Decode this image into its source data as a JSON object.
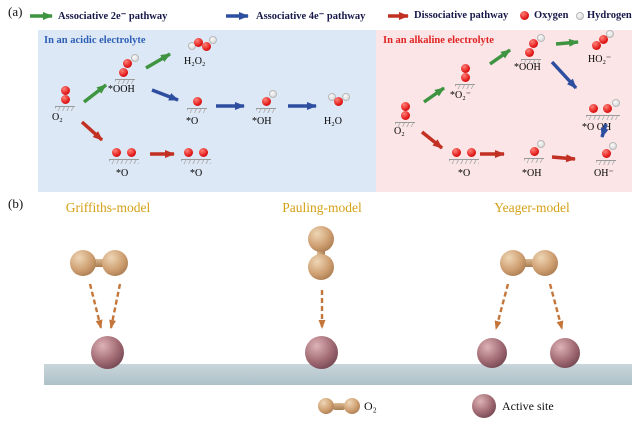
{
  "figure": {
    "panel_a_label": "(a)",
    "panel_b_label": "(b)"
  },
  "legend": {
    "items": [
      {
        "label": "Associative 2e⁻ pathway",
        "color": "#3e9440"
      },
      {
        "label": "Associative 4e⁻ pathway",
        "color": "#2e4ea0"
      },
      {
        "label": "Dissociative pathway",
        "color": "#c23023"
      },
      {
        "label": "Oxygen",
        "color": "#e01414"
      },
      {
        "label": "Hydrogen",
        "color": "#d8d8d8"
      }
    ]
  },
  "acidic": {
    "title": "In an acidic electrolyte",
    "title_color": "#2e5fb7",
    "bg_color": "#dce8f5",
    "species": {
      "o2": "O₂",
      "ooh": "*OOH",
      "h2o2": "H₂O₂",
      "o_mid": "*O",
      "oh_mid": "*OH",
      "h2o": "H₂O",
      "o_b1": "*O",
      "o_b2": "*O"
    }
  },
  "alkaline": {
    "title": "In an alkaline electrolyte",
    "title_color": "#e02424",
    "bg_color": "#fbe5e7",
    "species": {
      "o2": "O₂",
      "o2_minus": "*O₂⁻",
      "ooh": "*OOH",
      "ho2_minus": "HO₂⁻",
      "o_oh": "*O OH",
      "o_b": "*O",
      "oh_b": "*OH",
      "oh_minus": "OH⁻"
    }
  },
  "models": [
    {
      "name": "Griffiths-model"
    },
    {
      "name": "Pauling-model"
    },
    {
      "name": "Yeager-model"
    }
  ],
  "panel_b_legend": {
    "o2": "O₂",
    "active_site": "Active site"
  },
  "colors": {
    "model_title": "#d4a017",
    "o2_sphere": "#cfa072",
    "active_site_sphere": "#a26b74",
    "surface_bar": "#b8cad0",
    "dashed_arrow": "#c4763a"
  }
}
